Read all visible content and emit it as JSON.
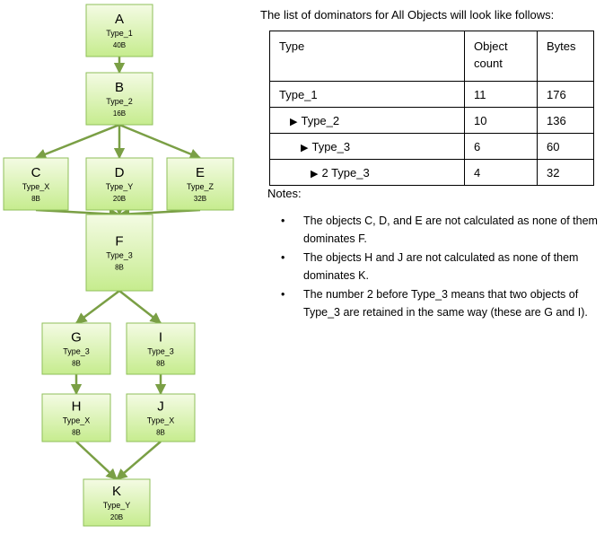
{
  "graph": {
    "nodes": [
      {
        "id": "A",
        "title": "A",
        "type": "Type_1",
        "size": "40B"
      },
      {
        "id": "B",
        "title": "B",
        "type": "Type_2",
        "size": "16B"
      },
      {
        "id": "C",
        "title": "C",
        "type": "Type_X",
        "size": "8B"
      },
      {
        "id": "D",
        "title": "D",
        "type": "Type_Y",
        "size": "20B"
      },
      {
        "id": "E",
        "title": "E",
        "type": "Type_Z",
        "size": "32B"
      },
      {
        "id": "F",
        "title": "F",
        "type": "Type_3",
        "size": "8B"
      },
      {
        "id": "G",
        "title": "G",
        "type": "Type_3",
        "size": "8B"
      },
      {
        "id": "I",
        "title": "I",
        "type": "Type_3",
        "size": "8B"
      },
      {
        "id": "H",
        "title": "H",
        "type": "Type_X",
        "size": "8B"
      },
      {
        "id": "J",
        "title": "J",
        "type": "Type_X",
        "size": "8B"
      },
      {
        "id": "K",
        "title": "K",
        "type": "Type_Y",
        "size": "20B"
      }
    ],
    "edges": [
      [
        "A",
        "B"
      ],
      [
        "B",
        "C"
      ],
      [
        "B",
        "D"
      ],
      [
        "B",
        "E"
      ],
      [
        "C",
        "F"
      ],
      [
        "D",
        "F"
      ],
      [
        "E",
        "F"
      ],
      [
        "F",
        "G"
      ],
      [
        "F",
        "I"
      ],
      [
        "G",
        "H"
      ],
      [
        "I",
        "J"
      ],
      [
        "H",
        "K"
      ],
      [
        "J",
        "K"
      ]
    ],
    "colors": {
      "node_fill_top": "#f4fbe4",
      "node_fill_bottom": "#c6ec8e",
      "node_border": "#8fbf5a",
      "edge": "#7a9f45"
    }
  },
  "intro": "The list of dominators for All Objects will look like follows:",
  "table": {
    "headers": {
      "type": "Type",
      "count_line1": "Object",
      "count_line2": "count",
      "bytes": "Bytes"
    },
    "rows": [
      {
        "type": "Type_1",
        "count": "11",
        "bytes": "176"
      },
      {
        "type": "Type_2",
        "count": "10",
        "bytes": "136"
      },
      {
        "type": "Type_3",
        "count": "6",
        "bytes": "60"
      },
      {
        "type": "2 Type_3",
        "count": "4",
        "bytes": "32"
      }
    ]
  },
  "notes": {
    "title": "Notes:",
    "items": [
      "The objects C, D, and E are not calculated as none of them dominates F.",
      "The objects H and J are not calculated as none of them dominates K.",
      "The number 2 before Type_3 means that two objects of Type_3 are retained in the same way (these are G and I)."
    ]
  }
}
